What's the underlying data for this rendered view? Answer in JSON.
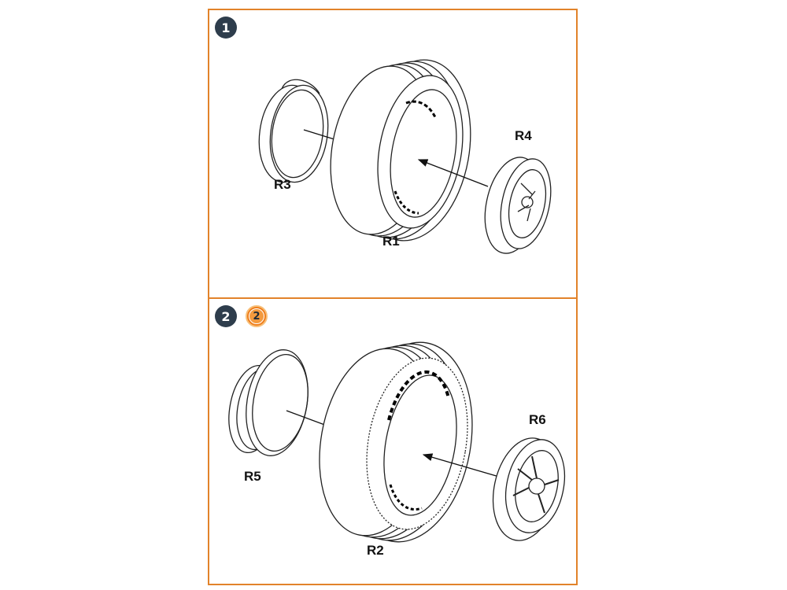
{
  "steps": [
    {
      "number": "1",
      "parts": {
        "hub_cap": "R3",
        "tire": "R1",
        "wheel": "R4"
      }
    },
    {
      "number": "2",
      "variant_badge": "2",
      "parts": {
        "hub_cap": "R5",
        "tire": "R2",
        "wheel": "R6"
      }
    }
  ],
  "colors": {
    "frame": "#e2832a",
    "step_badge": "#2e3d4c",
    "variant_badge": "#f07e1c"
  },
  "icons": {
    "step_badge": "numbered-circle-icon",
    "variant_badge": "orange-numbered-circle-icon"
  }
}
